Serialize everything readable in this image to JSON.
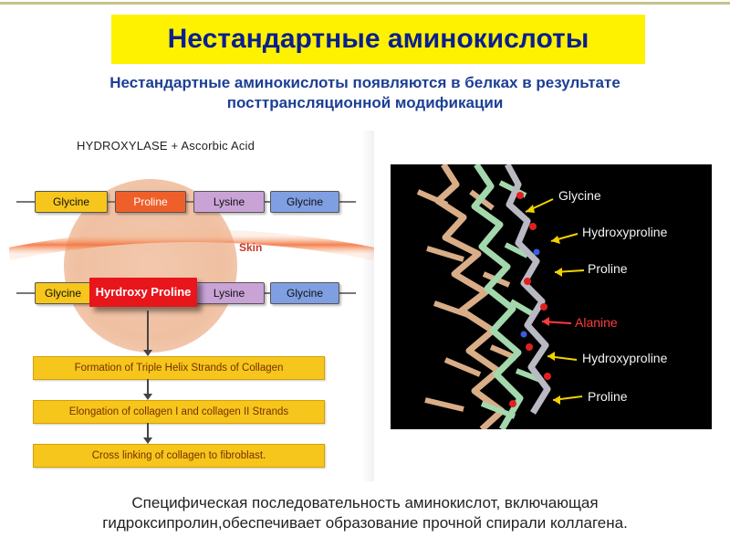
{
  "slide": {
    "title": "Нестандартные аминокислоты",
    "subtitle_line1": "Нестандартные аминокислоты появляются в белках в результате",
    "subtitle_line2": "посттрансляционной модификации",
    "caption_line1": "Специфическая последовательность аминокислот, включающая",
    "caption_line2": "гидроксипролин,обеспечивает образование прочной спирали коллагена."
  },
  "diagram": {
    "enzyme_label": "HYDROXYLASE + Ascorbic Acid",
    "skin_label": "Skin",
    "chain_top": [
      "Glycine",
      "Proline",
      "Lysine",
      "Glycine"
    ],
    "chain_bottom": [
      "Glycine",
      "Hyrdroxy Proline",
      "Lysine",
      "Glycine"
    ],
    "steps": [
      "Formation of Triple Helix Strands of Collagen",
      "Elongation of collagen I and collagen II Strands",
      "Cross linking of collagen to fibroblast."
    ],
    "colors": {
      "glycine": "#f6c61c",
      "proline": "#ef5f2a",
      "lysine": "#c9a3d6",
      "glycine_blue": "#7f9fe2",
      "hydroxyproline": "#e8151b"
    }
  },
  "molecule": {
    "labels": [
      "Glycine",
      "Hydroxyproline",
      "Proline",
      "Alanine",
      "Hydroxyproline",
      "Proline"
    ],
    "highlight_color": "#ff3b3b"
  }
}
